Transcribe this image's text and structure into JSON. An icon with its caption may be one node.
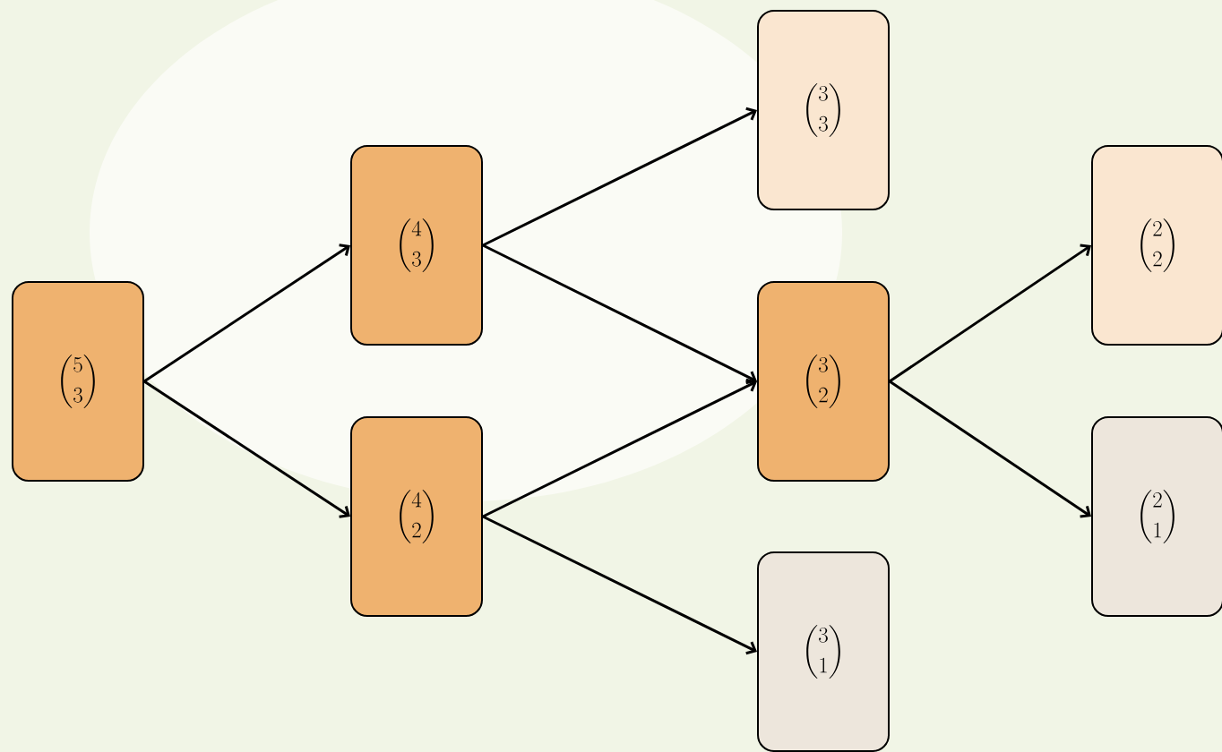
{
  "diagram": {
    "nodes": [
      {
        "text": [
          "\\binom{5}{3}"
        ]
      },
      {
        "text": [
          "\\binom{4}{3}"
        ]
      },
      {
        "text": [
          "\\binom{4}{2}"
        ]
      },
      {
        "text": [
          "\\binom{3}{3}"
        ]
      },
      {
        "text": [
          "\\binom{3}{2}"
        ]
      },
      {
        "text": [
          "\\binom{3}{1}"
        ]
      },
      {
        "text": [
          "\\binom{2}{2}"
        ]
      },
      {
        "text": [
          "\\binom{2}{1}"
        ]
      }
    ],
    "edges": [
      {
        "from": 0,
        "to": 1,
        "arrow": "to"
      },
      {
        "from": 0,
        "to": 2,
        "arrow": "to"
      },
      {
        "from": 1,
        "to": 3,
        "arrow": "to"
      },
      {
        "from": 1,
        "to": 4,
        "arrow": "to"
      },
      {
        "from": 2,
        "to": 4,
        "arrow": "to"
      },
      {
        "from": 2,
        "to": 5,
        "arrow": "to"
      },
      {
        "from": 4,
        "to": 6,
        "arrow": "to"
      },
      {
        "from": 4,
        "to": 7,
        "arrow": "to"
      }
    ]
  }
}
